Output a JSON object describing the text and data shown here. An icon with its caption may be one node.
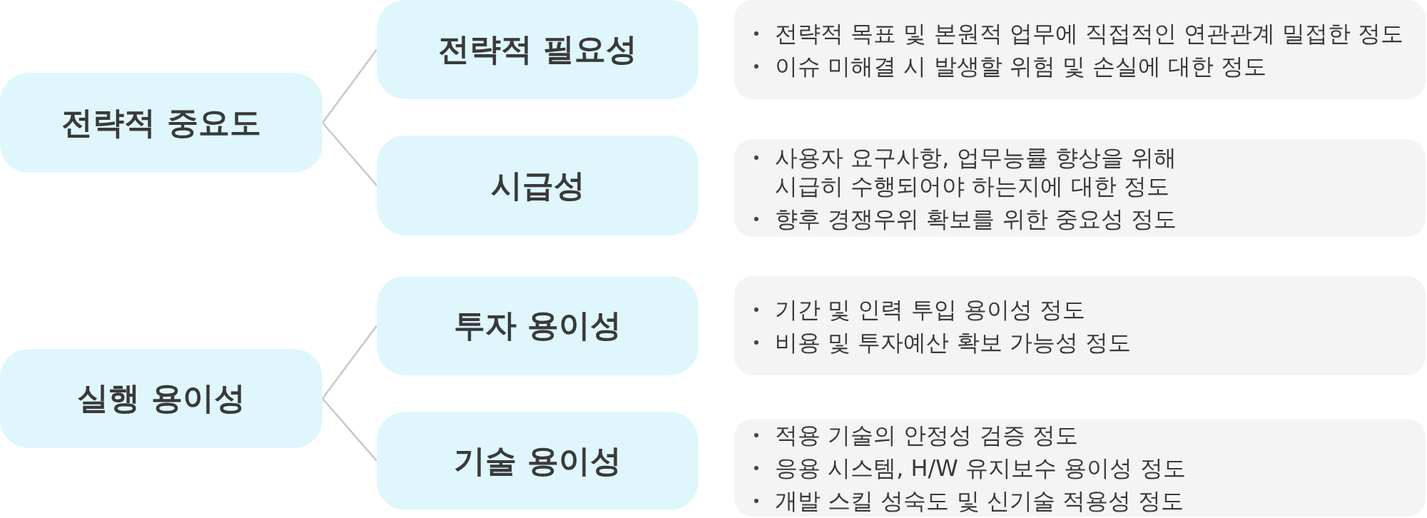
{
  "diagram": {
    "nodes": [
      {
        "text": [
          "전략적 중요도"
        ]
      },
      {
        "text": [
          "전략적 필요성"
        ]
      },
      {
        "text": [
          "전략적 목표 및 본원적 업무에 직접적인 연관관계 밀접한 정도",
          "이슈 미해결 시 발생할 위험 및 손실에 대한 정도"
        ]
      },
      {
        "text": [
          "시급성"
        ]
      },
      {
        "text": [
          "사용자 요구사항, 업무능률 향상을 위해 시급히 수행되어야 하는지에 대한 정도",
          "향후 경쟁우위 확보를 위한 중요성 정도"
        ]
      },
      {
        "text": [
          "실행 용이성"
        ]
      },
      {
        "text": [
          "투자 용이성"
        ]
      },
      {
        "text": [
          "기간 및 인력 투입 용이성 정도",
          "비용 및 투자예산 확보 가능성 정도"
        ]
      },
      {
        "text": [
          "기술 용이성"
        ]
      },
      {
        "text": [
          "적용 기술의 안정성 검증 정도",
          "응용 시스템, H/W 유지보수 용이성 정도",
          "개발 스킬 성숙도 및 신기술 적용성 정도"
        ]
      }
    ],
    "edges": [
      {
        "from": 0,
        "to": 1,
        "arrow": "none"
      },
      {
        "from": 0,
        "to": 3,
        "arrow": "none"
      },
      {
        "from": 5,
        "to": 6,
        "arrow": "none"
      },
      {
        "from": 5,
        "to": 8,
        "arrow": "none"
      }
    ]
  }
}
